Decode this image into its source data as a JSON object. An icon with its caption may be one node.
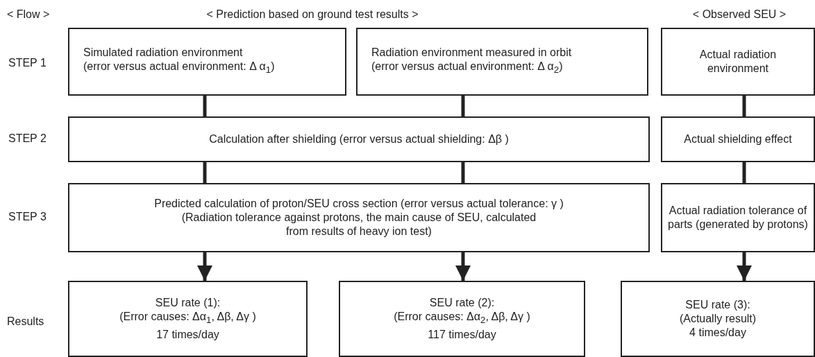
{
  "diagram": {
    "nodes": [
      {
        "text": [
          "Simulated radiation environment",
          "(error versus actual environment: Δ α$_{1}$)"
        ]
      },
      {
        "text": [
          "Radiation environment measured in orbit",
          "(error versus actual environment: Δ α$_{2}$)"
        ]
      },
      {
        "text": [
          "Actual radiation environment"
        ]
      },
      {
        "text": [
          "Calculation after shielding (error versus actual shielding: Δβ )"
        ]
      },
      {
        "text": [
          "Actual shielding effect"
        ]
      },
      {
        "text": [
          "Predicted calculation of proton/SEU cross section (error versus actual tolerance: γ )",
          "(Radiation tolerance against protons, the main cause of SEU, calculated from results of heavy ion test)"
        ]
      },
      {
        "text": [
          "Actual radiation tolerance of parts (generated by protons)"
        ]
      },
      {
        "text": [
          "SEU rate (1):",
          "(Error causes: Δα$_{1}$, Δβ, Δγ )",
          "17 times/day"
        ]
      },
      {
        "text": [
          "SEU rate (2):",
          "(Error causes: Δα$_{2}$, Δβ, Δγ )",
          "117 times/day"
        ]
      },
      {
        "text": [
          "SEU rate (3):",
          "(Actually result)",
          "4 times/day"
        ]
      }
    ],
    "edges": [
      {
        "from": 0,
        "to": 3,
        "arrow": "none"
      },
      {
        "from": 1,
        "to": 3,
        "arrow": "none"
      },
      {
        "from": 2,
        "to": 4,
        "arrow": "none"
      },
      {
        "from": 3,
        "to": 5,
        "arrow": "none"
      },
      {
        "from": 3,
        "to": 5,
        "arrow": "none"
      },
      {
        "from": 4,
        "to": 6,
        "arrow": "none"
      },
      {
        "from": 5,
        "to": 7,
        "arrow": "to"
      },
      {
        "from": 5,
        "to": 8,
        "arrow": "to"
      },
      {
        "from": 6,
        "to": 9,
        "arrow": "to"
      }
    ],
    "labels": [
      "< Flow >",
      "< Prediction based on ground test results >",
      "< Observed SEU >",
      "STEP 1",
      "STEP 2",
      "STEP 3",
      "Results"
    ]
  }
}
